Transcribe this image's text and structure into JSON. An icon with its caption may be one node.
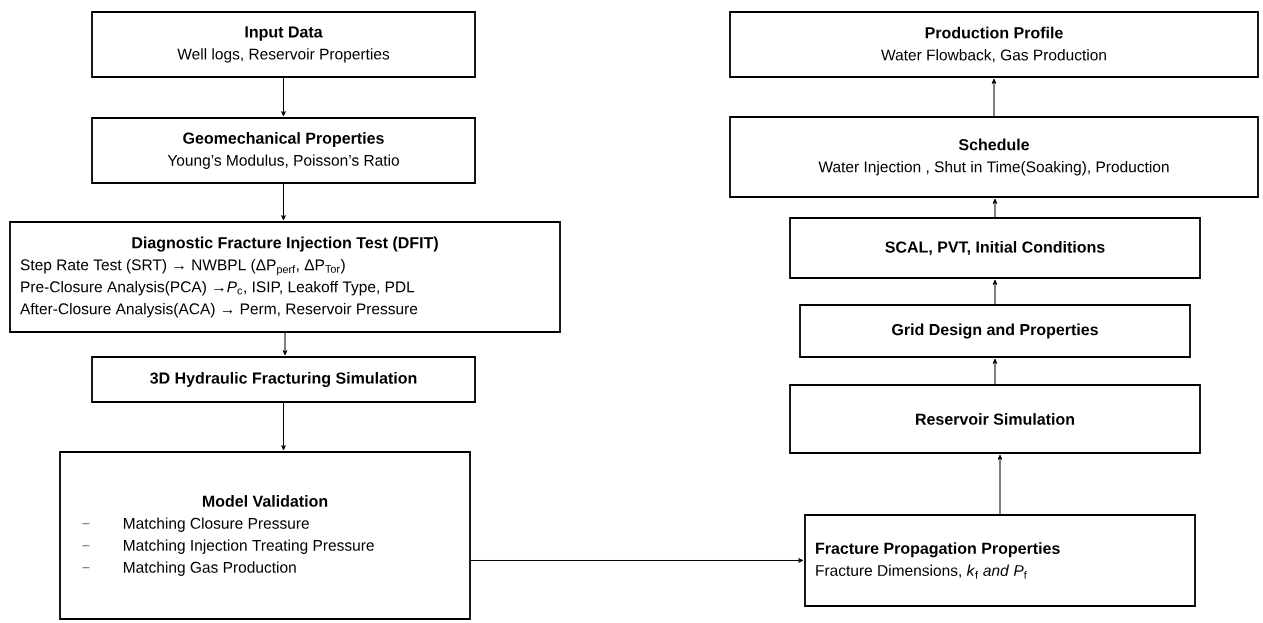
{
  "diagram": {
    "nodes": [
      {
        "text": [
          "Input Data",
          "Well logs, Reservoir Properties"
        ]
      },
      {
        "text": [
          "Geomechanical Properties",
          "Young’s Modulus, Poisson’s Ratio"
        ]
      },
      {
        "text": [
          "Diagnostic Fracture Injection Test (DFIT)",
          "Step Rate Test (SRT) → NWBPL (ΔP$_{perf}$, ΔP$_{Tor}$)",
          "Pre-Closure Analysis(PCA) →*P*$_{c}$, ISIP, Leakoff Type, PDL",
          "After-Closure Analysis(ACA) → Perm, Reservoir Pressure"
        ]
      },
      {
        "text": [
          "3D Hydraulic Fracturing Simulation"
        ]
      },
      {
        "text": [
          "Model Validation",
          "Matching Closure Pressure",
          "Matching Injection Treating Pressure",
          "Matching Gas Production"
        ]
      },
      {
        "text": [
          "Fracture Propagation Properties",
          "Fracture Dimensions, *k*$_{f}$ *and* *P*$_{f}$"
        ]
      },
      {
        "text": [
          "Reservoir Simulation"
        ]
      },
      {
        "text": [
          "Grid Design and Properties"
        ]
      },
      {
        "text": [
          "SCAL, PVT, Initial Conditions"
        ]
      },
      {
        "text": [
          "Schedule",
          "Water Injection , Shut in Time(Soaking), Production"
        ]
      },
      {
        "text": [
          "Production Profile",
          "Water Flowback, Gas Production"
        ]
      }
    ],
    "edges": [
      {
        "from": 0,
        "to": 1,
        "arrow": "to"
      },
      {
        "from": 1,
        "to": 2,
        "arrow": "to"
      },
      {
        "from": 2,
        "to": 3,
        "arrow": "to"
      },
      {
        "from": 3,
        "to": 4,
        "arrow": "to"
      },
      {
        "from": 4,
        "to": 5,
        "arrow": "to"
      },
      {
        "from": 5,
        "to": 6,
        "arrow": "to"
      },
      {
        "from": 6,
        "to": 7,
        "arrow": "to"
      },
      {
        "from": 7,
        "to": 8,
        "arrow": "to"
      },
      {
        "from": 8,
        "to": 9,
        "arrow": "to"
      },
      {
        "from": 9,
        "to": 10,
        "arrow": "to"
      }
    ]
  }
}
